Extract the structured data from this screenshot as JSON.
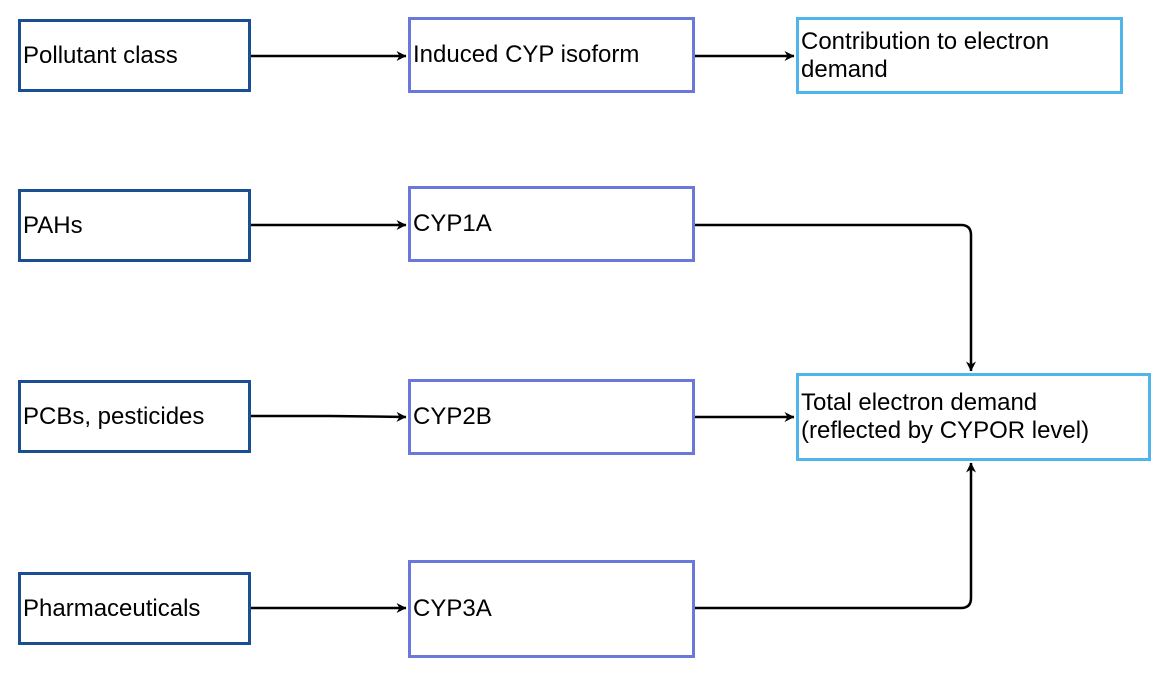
{
  "diagram": {
    "colors": {
      "pollutant_border": "#1a4f94",
      "isoform_border": "#6a78db",
      "demand_border": "#4fb5ea",
      "arrow": "#000000",
      "background": "#ffffff"
    },
    "nodes": {
      "pollutant_class": "Pollutant class",
      "induced_isoform": "Induced CYP isoform",
      "contribution": "Contribution to electron demand",
      "pahs": "PAHs",
      "cyp1a": "CYP1A",
      "pcbs_pesticides": "PCBs, pesticides",
      "cyp2b": "CYP2B",
      "pharmaceuticals": "Pharmaceuticals",
      "cyp3a": "CYP3A",
      "total_line1": "Total electron demand",
      "total_line2": "(reflected by CYPOR level)"
    },
    "edges": [
      {
        "from": "pollutant_class",
        "to": "induced_isoform"
      },
      {
        "from": "induced_isoform",
        "to": "contribution"
      },
      {
        "from": "pahs",
        "to": "cyp1a"
      },
      {
        "from": "pcbs_pesticides",
        "to": "cyp2b"
      },
      {
        "from": "pharmaceuticals",
        "to": "cyp3a"
      },
      {
        "from": "cyp1a",
        "to": "total"
      },
      {
        "from": "cyp2b",
        "to": "total"
      },
      {
        "from": "cyp3a",
        "to": "total"
      }
    ]
  }
}
